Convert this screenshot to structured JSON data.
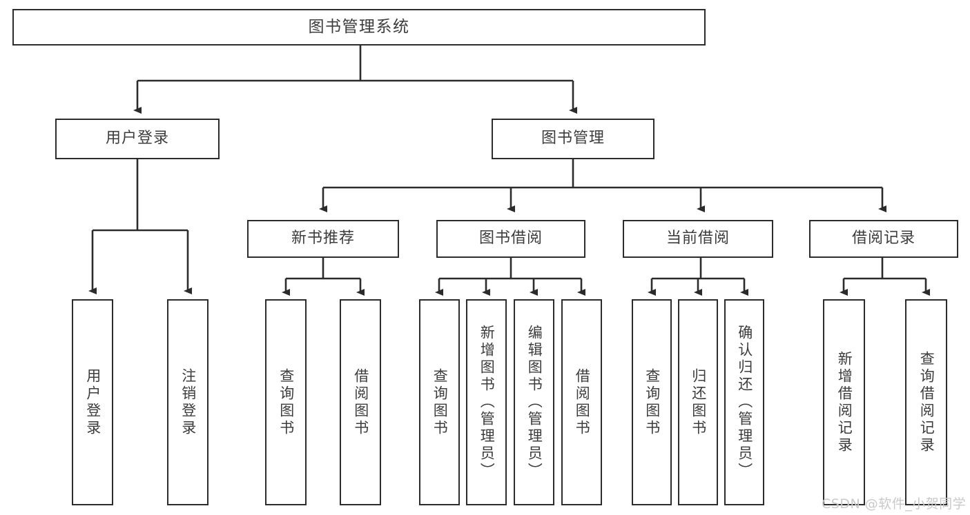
{
  "diagram": {
    "title": "图书管理系统",
    "type": "functional-structure-tree",
    "root": {
      "label": "图书管理系统"
    },
    "level2": [
      {
        "label": "用户登录"
      },
      {
        "label": "图书管理"
      }
    ],
    "level3": [
      {
        "label": "新书推荐"
      },
      {
        "label": "图书借阅"
      },
      {
        "label": "当前借阅"
      },
      {
        "label": "借阅记录"
      }
    ],
    "leaves": {
      "user_login": [
        {
          "label": "用户登录"
        },
        {
          "label": "注销登录"
        }
      ],
      "new_book_recommend": [
        {
          "label": "查询图书"
        },
        {
          "label": "借阅图书"
        }
      ],
      "book_borrow": [
        {
          "label": "查询图书"
        },
        {
          "label": "新增图书（管理员）"
        },
        {
          "label": "编辑图书（管理员）"
        },
        {
          "label": "借阅图书"
        }
      ],
      "current_borrow": [
        {
          "label": "查询图书"
        },
        {
          "label": "归还图书"
        },
        {
          "label": "确认归还（管理员）"
        }
      ],
      "borrow_record": [
        {
          "label": "新增借阅记录"
        },
        {
          "label": "查询借阅记录"
        }
      ]
    }
  },
  "watermark": {
    "text": "CSDN @软件_小贺同学"
  },
  "colors": {
    "stroke": "#2b2b2b",
    "text": "#3c3c3c",
    "background": "#ffffff",
    "watermark": "#c9c9c9"
  }
}
